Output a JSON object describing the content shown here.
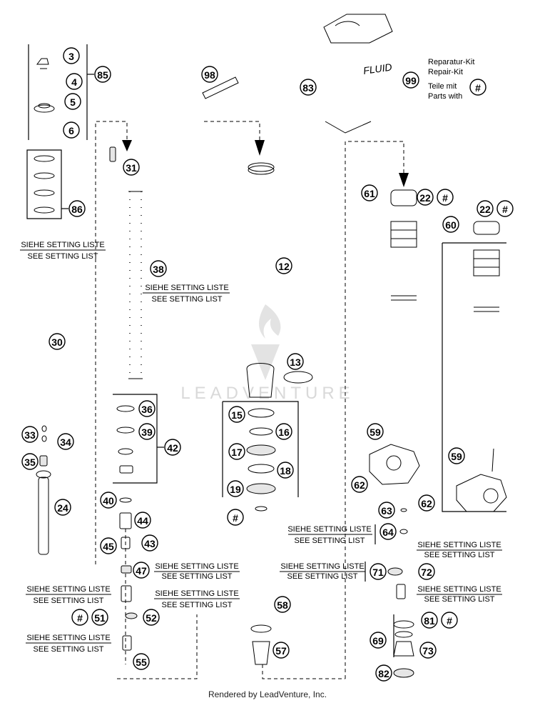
{
  "diagram": {
    "parts": [
      {
        "id": "p3",
        "label": "3"
      },
      {
        "id": "p4",
        "label": "4"
      },
      {
        "id": "p5",
        "label": "5"
      },
      {
        "id": "p6",
        "label": "6"
      },
      {
        "id": "p85",
        "label": "85"
      },
      {
        "id": "p86",
        "label": "86"
      },
      {
        "id": "p30",
        "label": "30"
      },
      {
        "id": "p31",
        "label": "31"
      },
      {
        "id": "p38",
        "label": "38"
      },
      {
        "id": "p98",
        "label": "98"
      },
      {
        "id": "p83",
        "label": "83"
      },
      {
        "id": "p99",
        "label": "99"
      },
      {
        "id": "p12",
        "label": "12"
      },
      {
        "id": "p13",
        "label": "13"
      },
      {
        "id": "p15",
        "label": "15"
      },
      {
        "id": "p16",
        "label": "16"
      },
      {
        "id": "p17",
        "label": "17"
      },
      {
        "id": "p18",
        "label": "18"
      },
      {
        "id": "p19",
        "label": "19"
      },
      {
        "id": "p19h",
        "label": "#"
      },
      {
        "id": "p61",
        "label": "61"
      },
      {
        "id": "p22a",
        "label": "22"
      },
      {
        "id": "p22ah",
        "label": "#"
      },
      {
        "id": "p22b",
        "label": "22"
      },
      {
        "id": "p22bh",
        "label": "#"
      },
      {
        "id": "p60",
        "label": "60"
      },
      {
        "id": "p36",
        "label": "36"
      },
      {
        "id": "p39",
        "label": "39"
      },
      {
        "id": "p42",
        "label": "42"
      },
      {
        "id": "p33",
        "label": "33"
      },
      {
        "id": "p34",
        "label": "34"
      },
      {
        "id": "p35",
        "label": "35"
      },
      {
        "id": "p24",
        "label": "24"
      },
      {
        "id": "p40",
        "label": "40"
      },
      {
        "id": "p44",
        "label": "44"
      },
      {
        "id": "p45",
        "label": "45"
      },
      {
        "id": "p43",
        "label": "43"
      },
      {
        "id": "p47",
        "label": "47"
      },
      {
        "id": "p51h",
        "label": "#"
      },
      {
        "id": "p51",
        "label": "51"
      },
      {
        "id": "p52",
        "label": "52"
      },
      {
        "id": "p55",
        "label": "55"
      },
      {
        "id": "p59a",
        "label": "59"
      },
      {
        "id": "p62a",
        "label": "62"
      },
      {
        "id": "p59b",
        "label": "59"
      },
      {
        "id": "p62b",
        "label": "62"
      },
      {
        "id": "p63",
        "label": "63"
      },
      {
        "id": "p64",
        "label": "64"
      },
      {
        "id": "p71",
        "label": "71"
      },
      {
        "id": "p72",
        "label": "72"
      },
      {
        "id": "p58",
        "label": "58"
      },
      {
        "id": "p57",
        "label": "57"
      },
      {
        "id": "p81",
        "label": "81"
      },
      {
        "id": "p81h",
        "label": "#"
      },
      {
        "id": "p69",
        "label": "69"
      },
      {
        "id": "p73",
        "label": "73"
      },
      {
        "id": "p82",
        "label": "82"
      }
    ],
    "setting_note": {
      "de": "SIEHE SETTING LISTE",
      "en": "SEE SETTING LIST"
    },
    "fluid_label": "FLUID",
    "repair_kit": {
      "line1": "Reparatur-Kit",
      "line2": "Repair-Kit",
      "line3": "Teile mit",
      "line4": "Parts with",
      "marker": "#"
    },
    "watermark": "LEADVENTURE",
    "footer": "Rendered by LeadVenture, Inc."
  }
}
